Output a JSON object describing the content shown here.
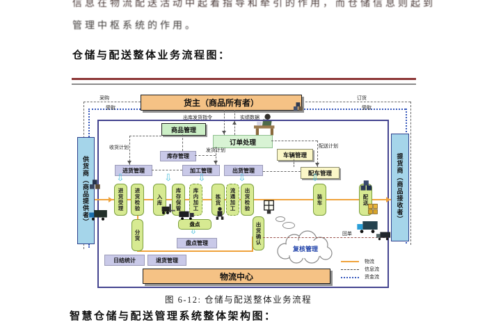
{
  "page": {
    "intro_line1": "信息在物流配送活动中起着指导和牵引的作用，而仓储信息则起到",
    "intro_line2": "管理中枢系统的作用。",
    "section_heading": "仓储与配送整体业务流程图：",
    "figure_caption": "图 6-12: 仓储与配送整体业务流程",
    "next_heading": "智慧仓储与配送管理系统整体架构图："
  },
  "diagram": {
    "cargo_owner": "货主（商品所有者）",
    "logistics_center": "物流中心",
    "supplier": "供货商（商品提供者）",
    "consignee": "提货商（商品接收者）",
    "top_labels": {
      "purchase": "采购",
      "receive_left": "受取",
      "order": "订货",
      "receive_right": "受取",
      "outbound_instruction": "出库发货指令",
      "actual_data": "实绩数据"
    },
    "plan_labels": {
      "receiving_plan": "收货计划",
      "shipping_plan": "发货计划",
      "delivery_plan": "配送计划",
      "receipt": "回单"
    },
    "management": {
      "product": "商品管理",
      "order_processing": "订单处理",
      "inventory": "库存管理",
      "inbound": "进货管理",
      "processing": "加工管理",
      "outbound": "出货管理",
      "vehicle": "车辆管理",
      "vehicle_dispatch": "配车管理",
      "stocktake": "盘点管理",
      "daily_summary": "日结统计",
      "returns": "退货管理"
    },
    "flow_nodes": [
      {
        "label": "进货受理"
      },
      {
        "label": "进货检验"
      },
      {
        "label": "入库"
      },
      {
        "label": "库存保管"
      },
      {
        "label": "库内加工"
      },
      {
        "label": "拣货"
      },
      {
        "label": "流通加工"
      },
      {
        "label": "出货检验"
      },
      {
        "label": "装车"
      },
      {
        "label": "配送"
      }
    ],
    "sub_nodes": {
      "sorting": "分货",
      "stocktake_op": "盘点",
      "shipping_confirm": "出货确认"
    },
    "cloud_label": "复核管理",
    "legend": {
      "material_flow": "物流",
      "info_flow": "信息流",
      "capital_flow": "资金流"
    },
    "colors": {
      "orange_box": "#f5c285",
      "green_box": "#ccefc6",
      "lavender_box": "#c9c9e8",
      "yellow_box": "#fbf7c8",
      "flow_node_box": "#d7ea92",
      "side_box": "#a5d5ea",
      "material_line": "#efa23b",
      "capital_line": "#3355bb",
      "rule_red": "#8b3434"
    }
  }
}
